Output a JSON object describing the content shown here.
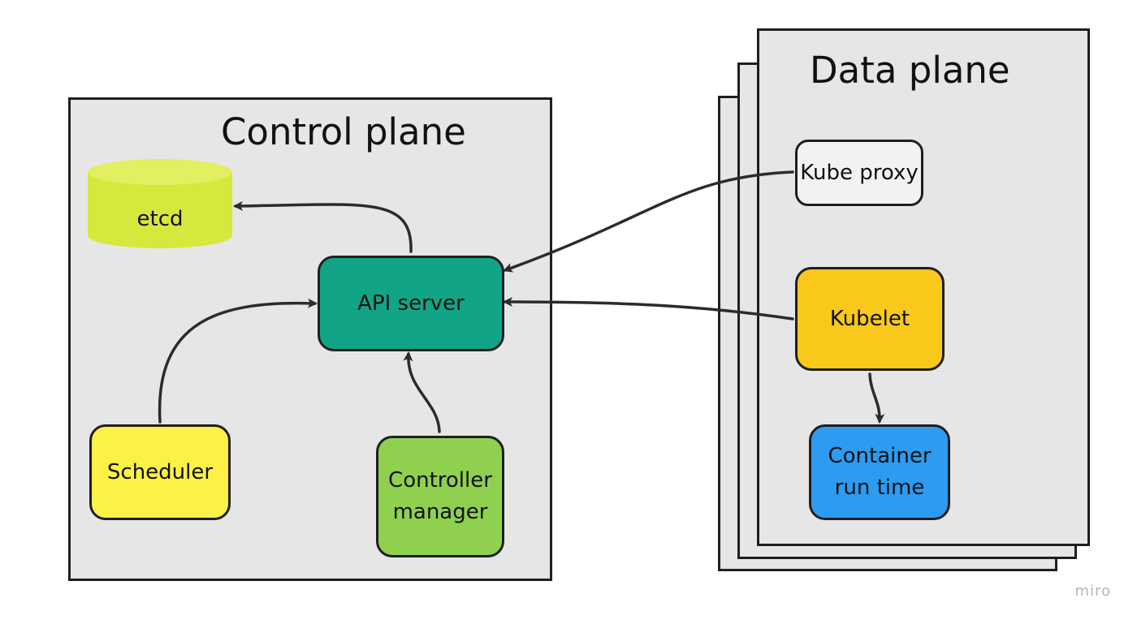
{
  "control_plane": {
    "title": "Control plane",
    "etcd": "etcd",
    "api_server": "API server",
    "scheduler": "Scheduler",
    "controller_manager": "Controller\nmanager"
  },
  "data_plane": {
    "title": "Data plane",
    "kube_proxy": "Kube proxy",
    "kubelet": "Kubelet",
    "container_runtime": "Container\nrun time"
  },
  "edges": [
    {
      "from": "API server",
      "to": "etcd"
    },
    {
      "from": "Scheduler",
      "to": "API server"
    },
    {
      "from": "Controller manager",
      "to": "API server"
    },
    {
      "from": "Kube proxy",
      "to": "API server"
    },
    {
      "from": "Kubelet",
      "to": "API server"
    },
    {
      "from": "Kubelet",
      "to": "Container run time"
    }
  ],
  "colors": {
    "panel": "#e6e6e6",
    "etcd": "#d5e83c",
    "api_server": "#12a585",
    "scheduler": "#fdf146",
    "controller_manager": "#8fd14f",
    "kube_proxy": "#f2f2f2",
    "kubelet": "#f9c81b",
    "container_runtime": "#2d9bf0",
    "arrow": "#2b2b2b"
  },
  "watermark": "miro"
}
